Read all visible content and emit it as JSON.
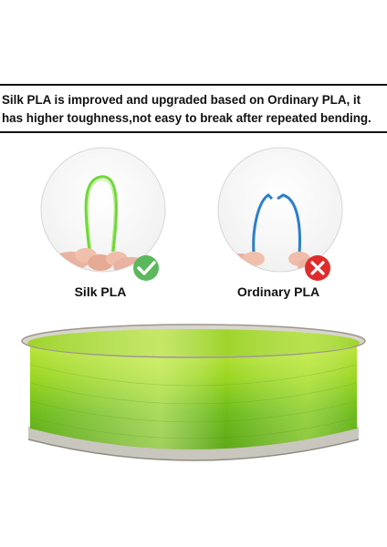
{
  "headline": {
    "line1": "Silk PLA is improved and upgraded based on Ordinary PLA, it",
    "line2": "has higher toughness,not easy to break after repeated bending."
  },
  "comparison": {
    "silk": {
      "label": "Silk PLA",
      "verdict_icon": "check-icon",
      "verdict_color": "#5cb85c",
      "filament_color": "#6fd83a"
    },
    "ordinary": {
      "label": "Ordinary PLA",
      "verdict_icon": "cross-icon",
      "verdict_color": "#e02b2b",
      "filament_color": "#2b7fc9"
    }
  },
  "product": {
    "name_icon": "filament-spool-icon",
    "color": "#7cc928"
  }
}
